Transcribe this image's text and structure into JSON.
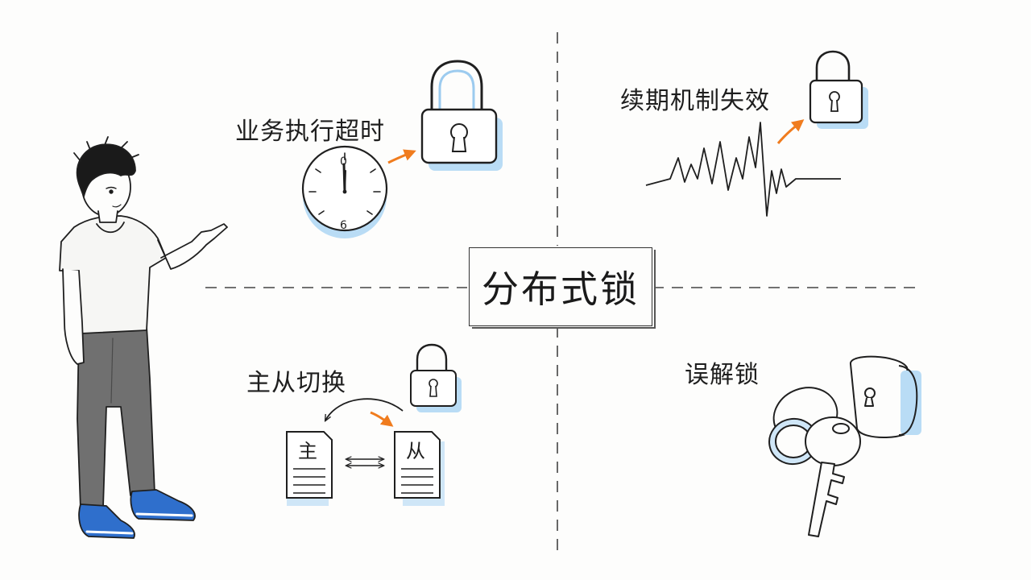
{
  "title": "分布式锁",
  "quadrants": {
    "top_left": {
      "label": "业务执行超时"
    },
    "top_right": {
      "label": "续期机制失效"
    },
    "bottom_left": {
      "label": "主从切换",
      "master": "主",
      "slave": "从"
    },
    "bottom_right": {
      "label": "误解锁"
    }
  },
  "clock": {
    "numbers": [
      "0",
      "6"
    ]
  },
  "icons": {
    "person": "person-pointing-figure",
    "clock": "clock-icon",
    "lock": "padlock-icon",
    "arrow": "arrow-icon",
    "waveform": "waveform-icon",
    "document": "document-icon",
    "swap": "swap-arrows-icon",
    "keys": "keys-icon"
  },
  "colors": {
    "ink": "#1e1e1e",
    "accent_blue": "#a9d3f2",
    "accent_orange": "#f07c1e",
    "shoe_blue": "#2f6fcc",
    "pants_gray": "#6b6b6b"
  }
}
